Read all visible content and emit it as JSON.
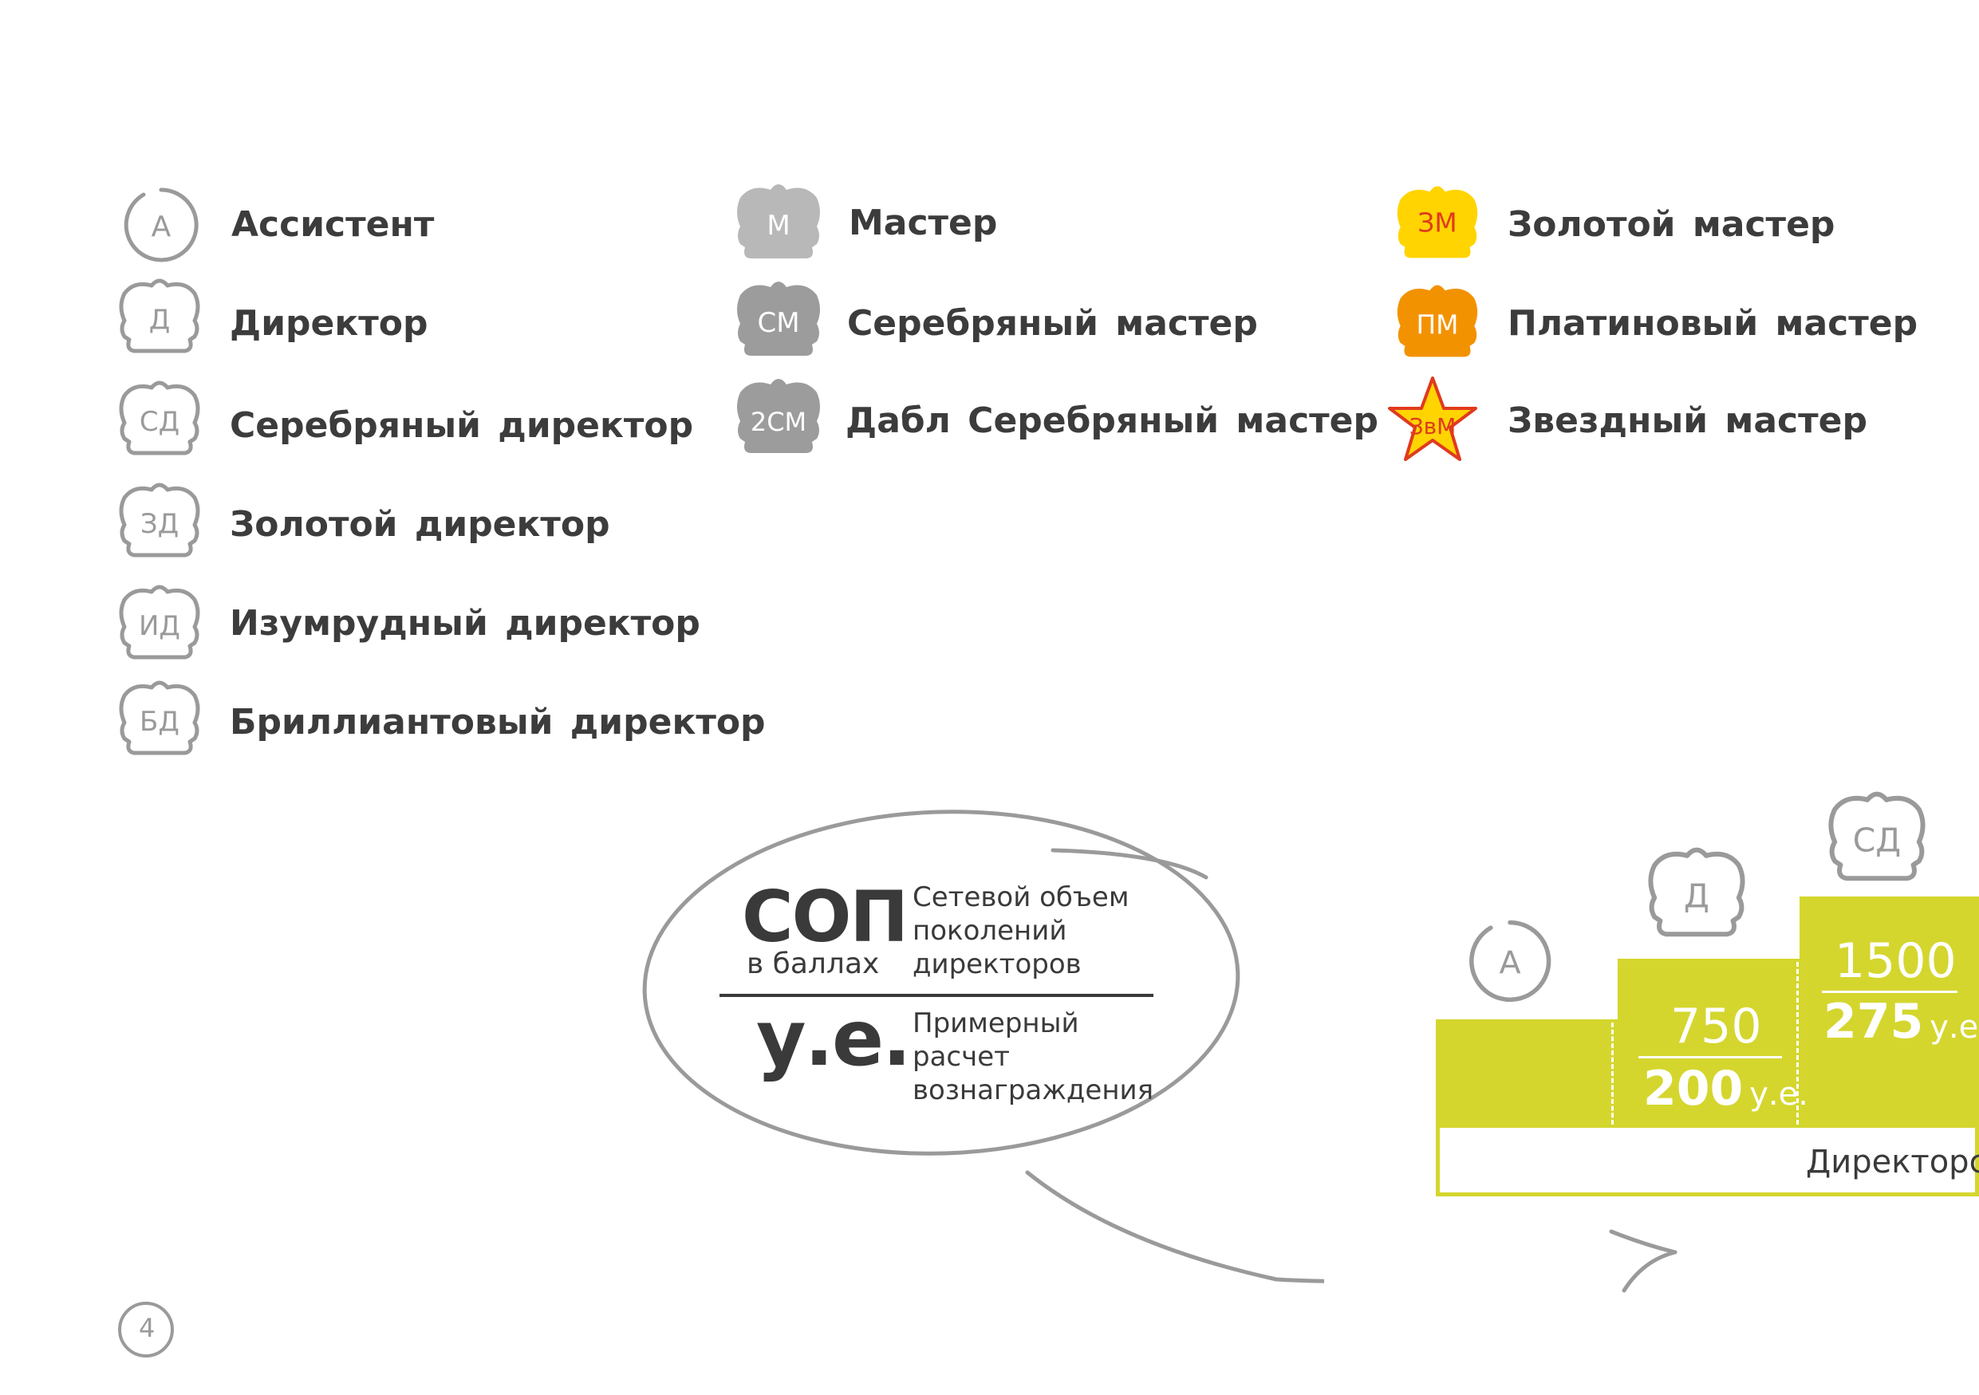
{
  "legend": {
    "column1": [
      {
        "code": "А",
        "label": "Ассистент",
        "shape": "circle"
      },
      {
        "code": "Д",
        "label": "Директор",
        "shape": "crown-outline"
      },
      {
        "code": "СД",
        "label": "Серебряный директор",
        "shape": "crown-outline"
      },
      {
        "code": "ЗД",
        "label": "Золотой директор",
        "shape": "crown-outline"
      },
      {
        "code": "ИД",
        "label": "Изумрудный директор",
        "shape": "crown-outline"
      },
      {
        "code": "БД",
        "label": "Бриллиантовый директор",
        "shape": "crown-outline"
      }
    ],
    "column2": [
      {
        "code": "М",
        "label": "Мастер",
        "color": "#b8b8b8"
      },
      {
        "code": "СМ",
        "label": "Серебряный мастер",
        "color": "#9c9c9c"
      },
      {
        "code": "2СМ",
        "label": "Дабл Серебряный мастер",
        "color": "#9c9c9c"
      }
    ],
    "column3": [
      {
        "code": "ЗМ",
        "label": "Золотой мастер",
        "color": "#ffd400",
        "text_color": "#e03a1e"
      },
      {
        "code": "ПМ",
        "label": "Платиновый мастер",
        "color": "#f39200",
        "text_color": "#ffffff"
      },
      {
        "code": "ЗвМ",
        "label": "Звездный мастер",
        "color": "#ffd400",
        "text_color": "#e03a1e",
        "outline": "#e03a1e"
      }
    ]
  },
  "explanation": {
    "sop": "СОП",
    "sop_sub": "в баллах",
    "sop_desc": "Сетевой объем\nпоколений\nдиректоров",
    "ue": "у.е.",
    "ue_desc": "Примерный\nрасчет\nвознаграждения"
  },
  "steps": [
    {
      "code": "А"
    },
    {
      "code": "Д",
      "sop": "750",
      "reward": "200",
      "unit": "у.е."
    },
    {
      "code": "СД",
      "sop": "1500",
      "reward": "275",
      "unit": "у.е."
    }
  ],
  "bar_caption": "Директорс",
  "page_number": "4",
  "colors": {
    "accent": "#d4d62e",
    "gray_icon": "#9a9a9a",
    "text": "#3a3a3a"
  }
}
